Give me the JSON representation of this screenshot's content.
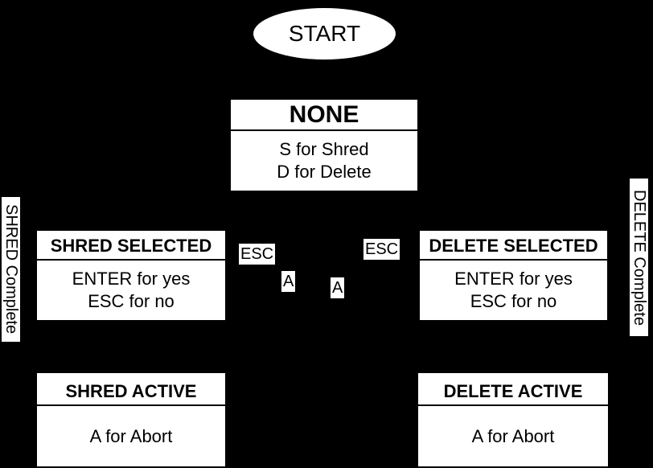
{
  "colors": {
    "background": "#000000",
    "node_fill": "#ffffff",
    "node_border": "#000000",
    "text": "#000000"
  },
  "start_node": {
    "label": "START"
  },
  "states": {
    "none": {
      "title": "NONE",
      "lines": [
        "S for Shred",
        "D for Delete"
      ]
    },
    "shred_selected": {
      "title": "SHRED SELECTED",
      "lines": [
        "ENTER for yes",
        "ESC for no"
      ]
    },
    "delete_selected": {
      "title": "DELETE SELECTED",
      "lines": [
        "ENTER for yes",
        "ESC for no"
      ]
    },
    "shred_active": {
      "title": "SHRED ACTIVE",
      "lines": [
        "A for Abort"
      ]
    },
    "delete_active": {
      "title": "DELETE ACTIVE",
      "lines": [
        "A for Abort"
      ]
    }
  },
  "edge_labels": {
    "esc_left": "ESC",
    "a_left": "A",
    "a_right": "A",
    "esc_right": "ESC",
    "shred_complete": "SHRED Complete",
    "delete_complete": "DELETE Complete"
  }
}
